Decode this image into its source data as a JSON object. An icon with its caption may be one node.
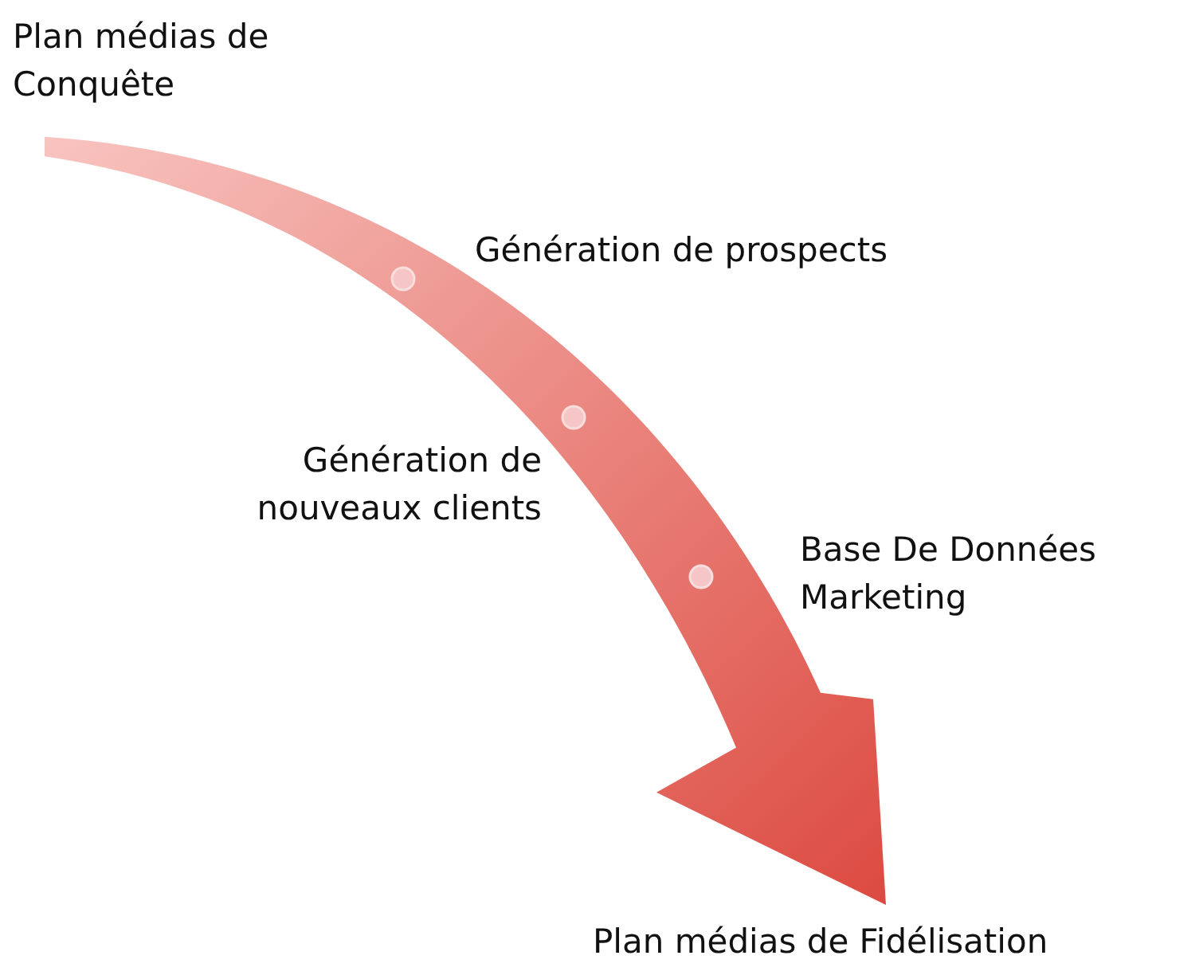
{
  "diagram": {
    "nodes": [
      {
        "text": [
          "Plan médias de Conquête"
        ]
      },
      {
        "text": [
          "Plan médias de Fidélisation"
        ]
      }
    ],
    "edges": [
      {
        "from": 0,
        "to": 1,
        "arrow": "to",
        "style": "thick"
      }
    ],
    "labels": [
      "Génération de prospects",
      "Génération de nouveaux clients",
      "Base De Données Marketing"
    ]
  }
}
